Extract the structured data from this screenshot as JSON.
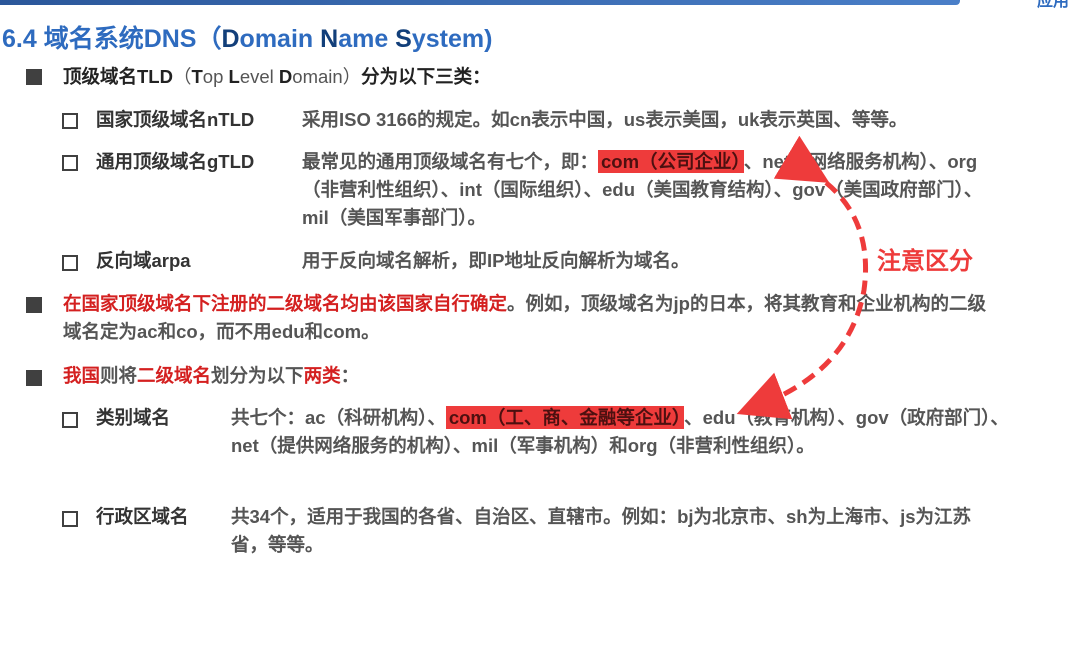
{
  "corner_tag": "应用",
  "title": {
    "prefix": "6.4 域名系统DNS（",
    "d": "D",
    "omain": "omain ",
    "n": "N",
    "ame": "ame ",
    "s": "S",
    "ystem": "ystem)"
  },
  "tld": {
    "heading": "顶级域名TLD",
    "paren_open": "（",
    "t": "T",
    "op": "op ",
    "l": "L",
    "evel": "evel ",
    "d": "D",
    "omain": "omain）",
    "suffix": "分为以下三类："
  },
  "ntld": {
    "label": "国家顶级域名nTLD",
    "desc": "采用ISO 3166的规定。如cn表示中国，us表示美国，uk表示英国、等等。"
  },
  "gtld": {
    "label": "通用顶级域名gTLD",
    "desc_before": "最常见的通用顶级域名有七个，即：",
    "highlight": "com（公司企业）",
    "desc_after": "、net（网络服务机构）、org（非营利性组织）、int（国际组织）、edu（美国教育结构）、gov（美国政府部门）、mil（美国军事部门）。"
  },
  "arpa": {
    "label": "反向域arpa",
    "desc": "用于反向域名解析，即IP地址反向解析为域名。"
  },
  "note": "注意区分",
  "second_level": {
    "red": "在国家顶级域名下注册的二级域名均由该国家自行确定",
    "rest": "。例如，顶级域名为jp的日本，将其教育和企业机构的二级域名定为ac和co，而不用edu和com。"
  },
  "china": {
    "red1": "我国",
    "t1": "则将",
    "red2": "二级域名",
    "t2": "划分为以下",
    "red3": "两类",
    "t3": "："
  },
  "category": {
    "label": "类别域名",
    "desc_before": "共七个：ac（科研机构）、",
    "highlight": "com（工、商、金融等企业）",
    "desc_after": "、edu（教育机构）、gov（政府部门）、net（提供网络服务的机构）、mil（军事机构）和org（非营利性组织）。"
  },
  "admin": {
    "label": "行政区域名",
    "desc": "共34个，适用于我国的各省、自治区、直辖市。例如：bj为北京市、sh为上海市、js为江苏省，等等。"
  },
  "colors": {
    "title_blue": "#2e6bbf",
    "highlight_red": "#ee3b3b",
    "text_red": "#d42020"
  }
}
